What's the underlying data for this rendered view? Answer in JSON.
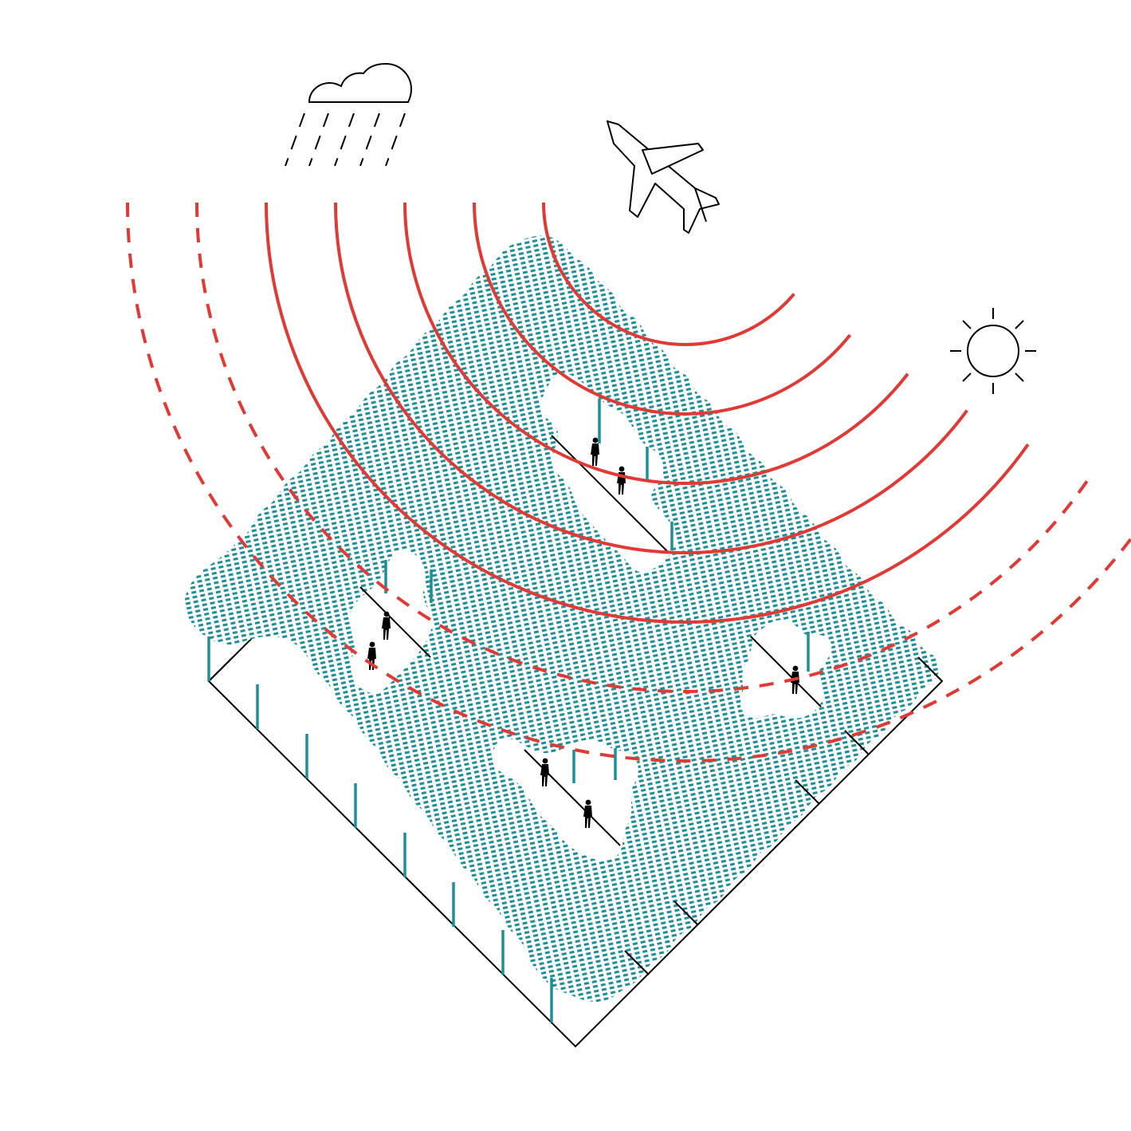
{
  "diagram": {
    "icons": {
      "weather": "rain-cloud-icon",
      "aircraft": "airplane-icon",
      "sun": "sun-icon"
    },
    "colors": {
      "canopy": "#1f8f96",
      "noise_waves": "#e03a36",
      "pole": "#1f8f96",
      "line": "#000000",
      "background": "#ffffff"
    },
    "elements": {
      "canopy": "canopy-diagonal-pattern",
      "noise_rings_solid": 5,
      "noise_rings_dashed": 2,
      "clearings": 4,
      "people_figures": 7
    }
  }
}
